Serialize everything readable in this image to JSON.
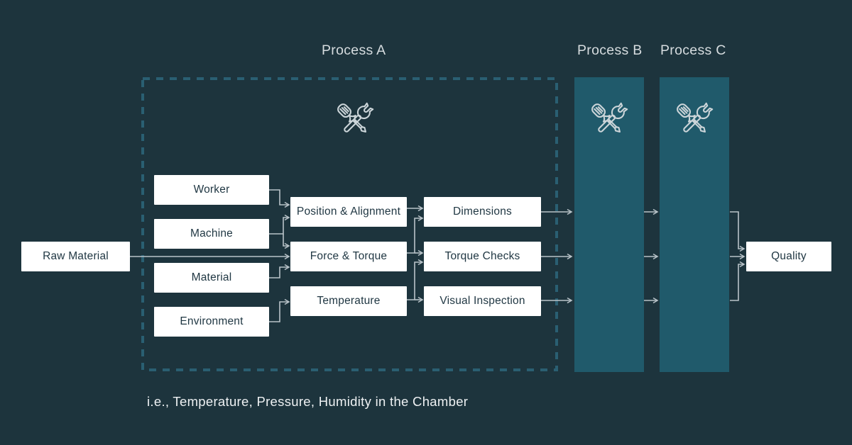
{
  "titles": {
    "process_a": "Process A",
    "process_b": "Process B",
    "process_c": "Process C"
  },
  "nodes": {
    "raw_material": "Raw Material",
    "inputs": [
      "Worker",
      "Machine",
      "Material",
      "Environment"
    ],
    "controls": [
      "Position & Alignment",
      "Force & Torque",
      "Temperature"
    ],
    "checks": [
      "Dimensions",
      "Torque Checks",
      "Visual Inspection"
    ],
    "quality": "Quality"
  },
  "note": "i.e., Temperature, Pressure, Humidity in the Chamber",
  "icons": {
    "process_a": "tools-icon",
    "process_b": "tools-icon",
    "process_c": "tools-icon"
  },
  "colors": {
    "background": "#1d343d",
    "process_column": "#205a6b",
    "dashed_border": "#2a5f72",
    "connector": "#b9c3c9",
    "node_fill": "#ffffff",
    "node_text": "#1f3642",
    "title_text": "#d6dcdf",
    "note_text": "#eef1f3"
  }
}
